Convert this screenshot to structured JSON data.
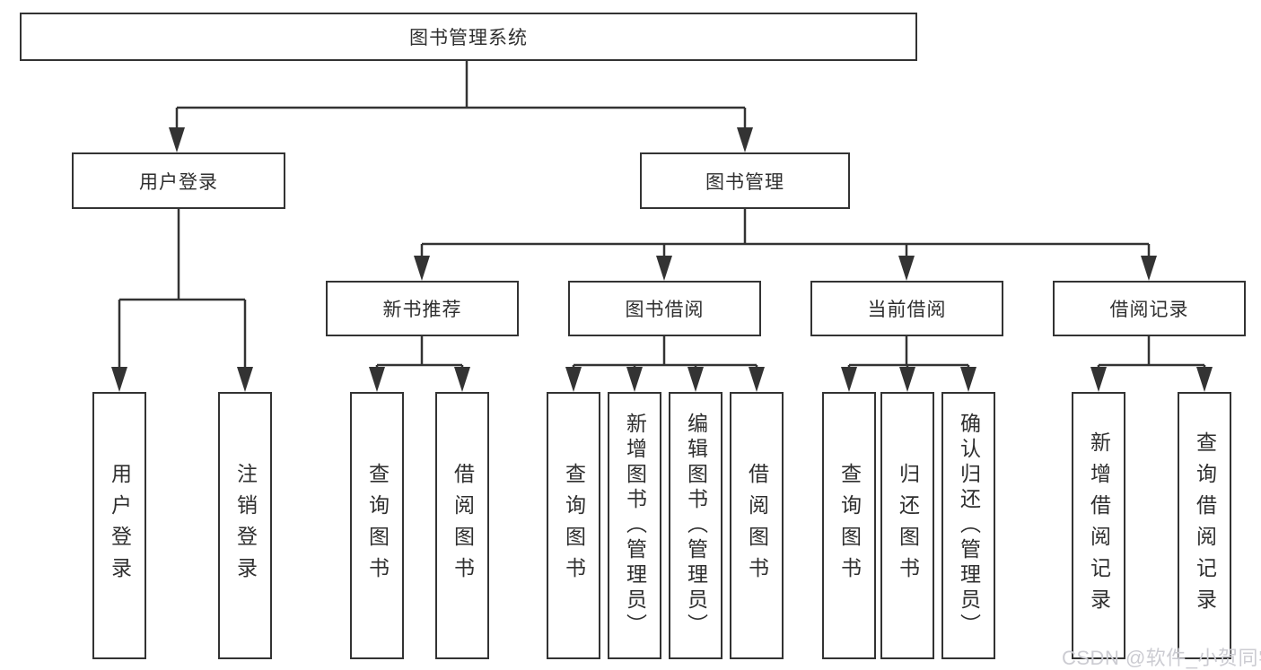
{
  "diagram": {
    "root": {
      "label": "图书管理系统"
    },
    "level2": [
      {
        "label": "用户登录"
      },
      {
        "label": "图书管理"
      }
    ],
    "level3": [
      {
        "label": "新书推荐"
      },
      {
        "label": "图书借阅"
      },
      {
        "label": "当前借阅"
      },
      {
        "label": "借阅记录"
      }
    ],
    "leaves": [
      {
        "label": "用户登录"
      },
      {
        "label": "注销登录"
      },
      {
        "label": "查询图书"
      },
      {
        "label": "借阅图书"
      },
      {
        "label": "查询图书"
      },
      {
        "label": "新增图书（管理员）"
      },
      {
        "label": "编辑图书（管理员）"
      },
      {
        "label": "借阅图书"
      },
      {
        "label": "查询图书"
      },
      {
        "label": "归还图书"
      },
      {
        "label": "确认归还（管理员）"
      },
      {
        "label": "新增借阅记录"
      },
      {
        "label": "查询借阅记录"
      }
    ]
  },
  "watermark": {
    "text": "CSDN @软件_小贺同学"
  },
  "colors": {
    "line": "#333333",
    "box_border": "#333333",
    "box_bg": "#ffffff",
    "text": "#2f2f2f",
    "watermark": "#ccccd2"
  }
}
